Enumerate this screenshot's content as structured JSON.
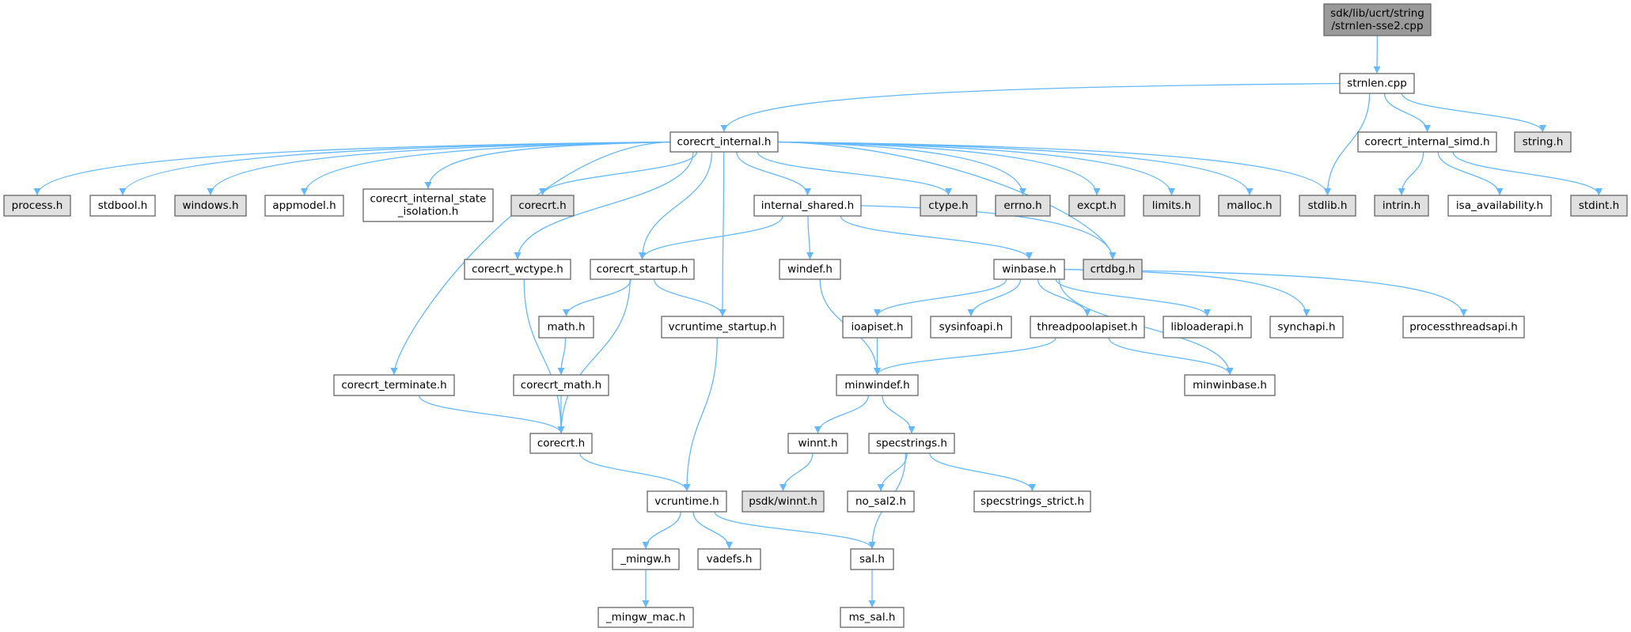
{
  "colors": {
    "edge": "#63b8ff",
    "border": "#666666",
    "root_fill": "#999999",
    "external_fill": "#e0e0e0",
    "normal_fill": "#ffffff"
  },
  "nodes": [
    {
      "id": "root",
      "label": [
        "sdk/lib/ucrt/string",
        "/strnlen-sse2.cpp"
      ],
      "kind": "root"
    },
    {
      "id": "strnlen",
      "label": [
        "strnlen.cpp"
      ],
      "kind": "normal"
    },
    {
      "id": "corecrt_internal",
      "label": [
        "corecrt_internal.h"
      ],
      "kind": "normal"
    },
    {
      "id": "process",
      "label": [
        "process.h"
      ],
      "kind": "external"
    },
    {
      "id": "stdbool",
      "label": [
        "stdbool.h"
      ],
      "kind": "normal"
    },
    {
      "id": "windows",
      "label": [
        "windows.h"
      ],
      "kind": "external"
    },
    {
      "id": "appmodel",
      "label": [
        "appmodel.h"
      ],
      "kind": "normal"
    },
    {
      "id": "state_isolation",
      "label": [
        "corecrt_internal_state",
        "_isolation.h"
      ],
      "kind": "normal"
    },
    {
      "id": "corecrt_gray",
      "label": [
        "corecrt.h"
      ],
      "kind": "external"
    },
    {
      "id": "internal_shared",
      "label": [
        "internal_shared.h"
      ],
      "kind": "normal"
    },
    {
      "id": "ctype",
      "label": [
        "ctype.h"
      ],
      "kind": "external"
    },
    {
      "id": "errno",
      "label": [
        "errno.h"
      ],
      "kind": "external"
    },
    {
      "id": "excpt",
      "label": [
        "excpt.h"
      ],
      "kind": "external"
    },
    {
      "id": "limits",
      "label": [
        "limits.h"
      ],
      "kind": "external"
    },
    {
      "id": "malloc",
      "label": [
        "malloc.h"
      ],
      "kind": "external"
    },
    {
      "id": "stdlib",
      "label": [
        "stdlib.h"
      ],
      "kind": "external"
    },
    {
      "id": "simd",
      "label": [
        "corecrt_internal_simd.h"
      ],
      "kind": "normal"
    },
    {
      "id": "string",
      "label": [
        "string.h"
      ],
      "kind": "external"
    },
    {
      "id": "intrin",
      "label": [
        "intrin.h"
      ],
      "kind": "external"
    },
    {
      "id": "isa",
      "label": [
        "isa_availability.h"
      ],
      "kind": "normal"
    },
    {
      "id": "stdint",
      "label": [
        "stdint.h"
      ],
      "kind": "external"
    },
    {
      "id": "wctype",
      "label": [
        "corecrt_wctype.h"
      ],
      "kind": "normal"
    },
    {
      "id": "startup",
      "label": [
        "corecrt_startup.h"
      ],
      "kind": "normal"
    },
    {
      "id": "windef",
      "label": [
        "windef.h"
      ],
      "kind": "normal"
    },
    {
      "id": "winbase",
      "label": [
        "winbase.h"
      ],
      "kind": "normal"
    },
    {
      "id": "crtdbg",
      "label": [
        "crtdbg.h"
      ],
      "kind": "external"
    },
    {
      "id": "math",
      "label": [
        "math.h"
      ],
      "kind": "normal"
    },
    {
      "id": "vc_startup",
      "label": [
        "vcruntime_startup.h"
      ],
      "kind": "normal"
    },
    {
      "id": "ioapiset",
      "label": [
        "ioapiset.h"
      ],
      "kind": "normal"
    },
    {
      "id": "sysinfoapi",
      "label": [
        "sysinfoapi.h"
      ],
      "kind": "normal"
    },
    {
      "id": "threadpool",
      "label": [
        "threadpoolapiset.h"
      ],
      "kind": "normal"
    },
    {
      "id": "libloader",
      "label": [
        "libloaderapi.h"
      ],
      "kind": "normal"
    },
    {
      "id": "synchapi",
      "label": [
        "synchapi.h"
      ],
      "kind": "normal"
    },
    {
      "id": "processthreads",
      "label": [
        "processthreadsapi.h"
      ],
      "kind": "normal"
    },
    {
      "id": "terminate",
      "label": [
        "corecrt_terminate.h"
      ],
      "kind": "normal"
    },
    {
      "id": "corecrt_math",
      "label": [
        "corecrt_math.h"
      ],
      "kind": "normal"
    },
    {
      "id": "minwindef",
      "label": [
        "minwindef.h"
      ],
      "kind": "normal"
    },
    {
      "id": "minwinbase",
      "label": [
        "minwinbase.h"
      ],
      "kind": "normal"
    },
    {
      "id": "corecrt",
      "label": [
        "corecrt.h"
      ],
      "kind": "normal"
    },
    {
      "id": "winnt",
      "label": [
        "winnt.h"
      ],
      "kind": "normal"
    },
    {
      "id": "specstrings",
      "label": [
        "specstrings.h"
      ],
      "kind": "normal"
    },
    {
      "id": "vcruntime",
      "label": [
        "vcruntime.h"
      ],
      "kind": "normal"
    },
    {
      "id": "psdk_winnt",
      "label": [
        "psdk/winnt.h"
      ],
      "kind": "external"
    },
    {
      "id": "no_sal2",
      "label": [
        "no_sal2.h"
      ],
      "kind": "normal"
    },
    {
      "id": "specstrings_strict",
      "label": [
        "specstrings_strict.h"
      ],
      "kind": "normal"
    },
    {
      "id": "mingw",
      "label": [
        "_mingw.h"
      ],
      "kind": "normal"
    },
    {
      "id": "vadefs",
      "label": [
        "vadefs.h"
      ],
      "kind": "normal"
    },
    {
      "id": "sal",
      "label": [
        "sal.h"
      ],
      "kind": "normal"
    },
    {
      "id": "mingw_mac",
      "label": [
        "_mingw_mac.h"
      ],
      "kind": "normal"
    },
    {
      "id": "ms_sal",
      "label": [
        "ms_sal.h"
      ],
      "kind": "normal"
    }
  ],
  "edges": [
    [
      "root",
      "strnlen"
    ],
    [
      "strnlen",
      "corecrt_internal"
    ],
    [
      "strnlen",
      "stdlib"
    ],
    [
      "strnlen",
      "simd"
    ],
    [
      "strnlen",
      "string"
    ],
    [
      "corecrt_internal",
      "process"
    ],
    [
      "corecrt_internal",
      "stdbool"
    ],
    [
      "corecrt_internal",
      "windows"
    ],
    [
      "corecrt_internal",
      "appmodel"
    ],
    [
      "corecrt_internal",
      "state_isolation"
    ],
    [
      "corecrt_internal",
      "corecrt_gray"
    ],
    [
      "corecrt_internal",
      "terminate"
    ],
    [
      "corecrt_internal",
      "wctype"
    ],
    [
      "corecrt_internal",
      "startup"
    ],
    [
      "corecrt_internal",
      "vc_startup"
    ],
    [
      "corecrt_internal",
      "internal_shared"
    ],
    [
      "corecrt_internal",
      "crtdbg"
    ],
    [
      "corecrt_internal",
      "ctype"
    ],
    [
      "corecrt_internal",
      "errno"
    ],
    [
      "corecrt_internal",
      "excpt"
    ],
    [
      "corecrt_internal",
      "limits"
    ],
    [
      "corecrt_internal",
      "malloc"
    ],
    [
      "corecrt_internal",
      "stdlib"
    ],
    [
      "simd",
      "intrin"
    ],
    [
      "simd",
      "isa"
    ],
    [
      "simd",
      "stdint"
    ],
    [
      "internal_shared",
      "startup"
    ],
    [
      "internal_shared",
      "windef"
    ],
    [
      "internal_shared",
      "winbase"
    ],
    [
      "internal_shared",
      "crtdbg"
    ],
    [
      "wctype",
      "corecrt"
    ],
    [
      "startup",
      "math"
    ],
    [
      "startup",
      "vc_startup"
    ],
    [
      "startup",
      "corecrt"
    ],
    [
      "winbase",
      "ioapiset"
    ],
    [
      "winbase",
      "sysinfoapi"
    ],
    [
      "winbase",
      "threadpool"
    ],
    [
      "winbase",
      "libloader"
    ],
    [
      "winbase",
      "synchapi"
    ],
    [
      "winbase",
      "processthreads"
    ],
    [
      "winbase",
      "minwinbase"
    ],
    [
      "windef",
      "minwindef"
    ],
    [
      "ioapiset",
      "minwindef"
    ],
    [
      "threadpool",
      "minwindef"
    ],
    [
      "threadpool",
      "minwinbase"
    ],
    [
      "math",
      "corecrt_math"
    ],
    [
      "corecrt_math",
      "corecrt"
    ],
    [
      "terminate",
      "corecrt"
    ],
    [
      "vc_startup",
      "vcruntime"
    ],
    [
      "corecrt",
      "vcruntime"
    ],
    [
      "minwindef",
      "winnt"
    ],
    [
      "minwindef",
      "specstrings"
    ],
    [
      "winnt",
      "psdk_winnt"
    ],
    [
      "specstrings",
      "no_sal2"
    ],
    [
      "specstrings",
      "specstrings_strict"
    ],
    [
      "specstrings",
      "sal"
    ],
    [
      "vcruntime",
      "mingw"
    ],
    [
      "vcruntime",
      "vadefs"
    ],
    [
      "vcruntime",
      "sal"
    ],
    [
      "mingw",
      "mingw_mac"
    ],
    [
      "sal",
      "ms_sal"
    ]
  ]
}
